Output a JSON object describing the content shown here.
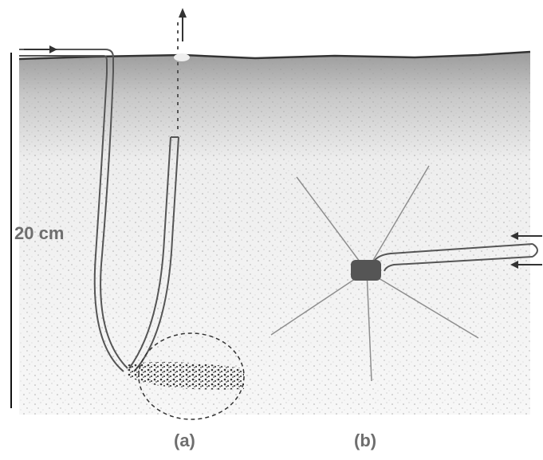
{
  "figure": {
    "scale_label": "20 cm",
    "panel_a_label": "(a)",
    "panel_b_label": "(b)"
  },
  "colors": {
    "soil_dark": "#8f8f8f",
    "soil_light": "#c9c9c9",
    "line": "#555555",
    "label": "#6e6e6e"
  }
}
